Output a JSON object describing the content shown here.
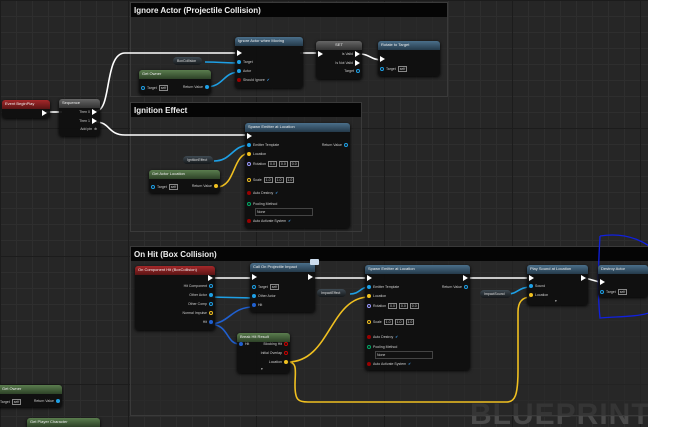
{
  "comments": {
    "ignore": "Ignore Actor (Projectile Collision)",
    "ignition": "Ignition Effect",
    "onhit": "On Hit (Box Collision)"
  },
  "nodes": {
    "begin_play": "Event BeginPlay",
    "sequence": {
      "title": "Sequence",
      "then0": "Then 0",
      "then1": "Then 1",
      "add_pin": "Add pin"
    },
    "ignore_actor": {
      "title": "Ignore Actor when Moving",
      "target": "Target",
      "actor": "Actor",
      "should_ignore": "Should Ignore"
    },
    "box_collision": "BoxCollision",
    "get_owner": {
      "title": "Get Owner",
      "target": "Target",
      "self": "self",
      "return": "Return Value"
    },
    "set": {
      "title": "SET",
      "is_valid": "Is Valid",
      "is_not_valid": "Is Not Valid",
      "target": "Target"
    },
    "rotate": {
      "title": "Rotate to Target",
      "target": "Target",
      "self": "self"
    },
    "spawn1": {
      "title": "Spawn Emitter at Location",
      "emitter": "Emitter Template",
      "location": "Location",
      "rotation": "Rotation",
      "rot": [
        "0.0",
        "0.0",
        "0.0"
      ],
      "scale": "Scale",
      "scl": [
        "1.0",
        "1.0",
        "1.0"
      ],
      "auto_destroy": "Auto Destroy",
      "pooling": "Pooling Method",
      "pool_val": "None",
      "auto_activate": "Auto Activate System",
      "return": "Return Value"
    },
    "ignition_effect": "IgnitionEffect",
    "get_actor_location": {
      "title": "Get Actor Location",
      "target": "Target",
      "self": "self",
      "return": "Return Value"
    },
    "on_hit": {
      "title": "On Component Hit (BoxCollision)",
      "pins": [
        "Hit Component",
        "Other Actor",
        "Other Comp",
        "Normal Impulse",
        "Hit"
      ]
    },
    "call_impact": {
      "title": "Call On Projectile Impact",
      "target": "Target",
      "self": "self",
      "other_actor": "Other Actor",
      "hit": "Hit"
    },
    "break_hit": {
      "title": "Break Hit Result",
      "hit": "Hit",
      "blocking": "Blocking Hit",
      "initial": "Initial Overlap",
      "location": "Location"
    },
    "impact_effect": "ImpactEffect",
    "impact_sound": "ImpactSound",
    "spawn2": {
      "title": "Spawn Emitter at Location",
      "emitter": "Emitter Template",
      "location": "Location",
      "rotation": "Rotation",
      "rot": [
        "0.0",
        "0.0",
        "0.0"
      ],
      "scale": "Scale",
      "scl": [
        "1.0",
        "1.0",
        "1.0"
      ],
      "auto_destroy": "Auto Destroy",
      "pooling": "Pooling Method",
      "pool_val": "None",
      "auto_activate": "Auto Activate System",
      "return": "Return Value"
    },
    "play_sound": {
      "title": "Play Sound at Location",
      "sound": "Sound",
      "location": "Location"
    },
    "destroy": {
      "title": "Destroy Actor",
      "target": "Target",
      "self": "self"
    },
    "get_owner2": {
      "title": "Get Owner",
      "target": "Target",
      "self": "self",
      "return": "Return Value"
    },
    "get_player": "Get Player Character"
  },
  "watermark": "BLUEPRINT",
  "colors": {
    "exec": "#ffffff",
    "object": "#1ea0e6",
    "vector": "#f0c020",
    "annotation": "#1020e0"
  }
}
